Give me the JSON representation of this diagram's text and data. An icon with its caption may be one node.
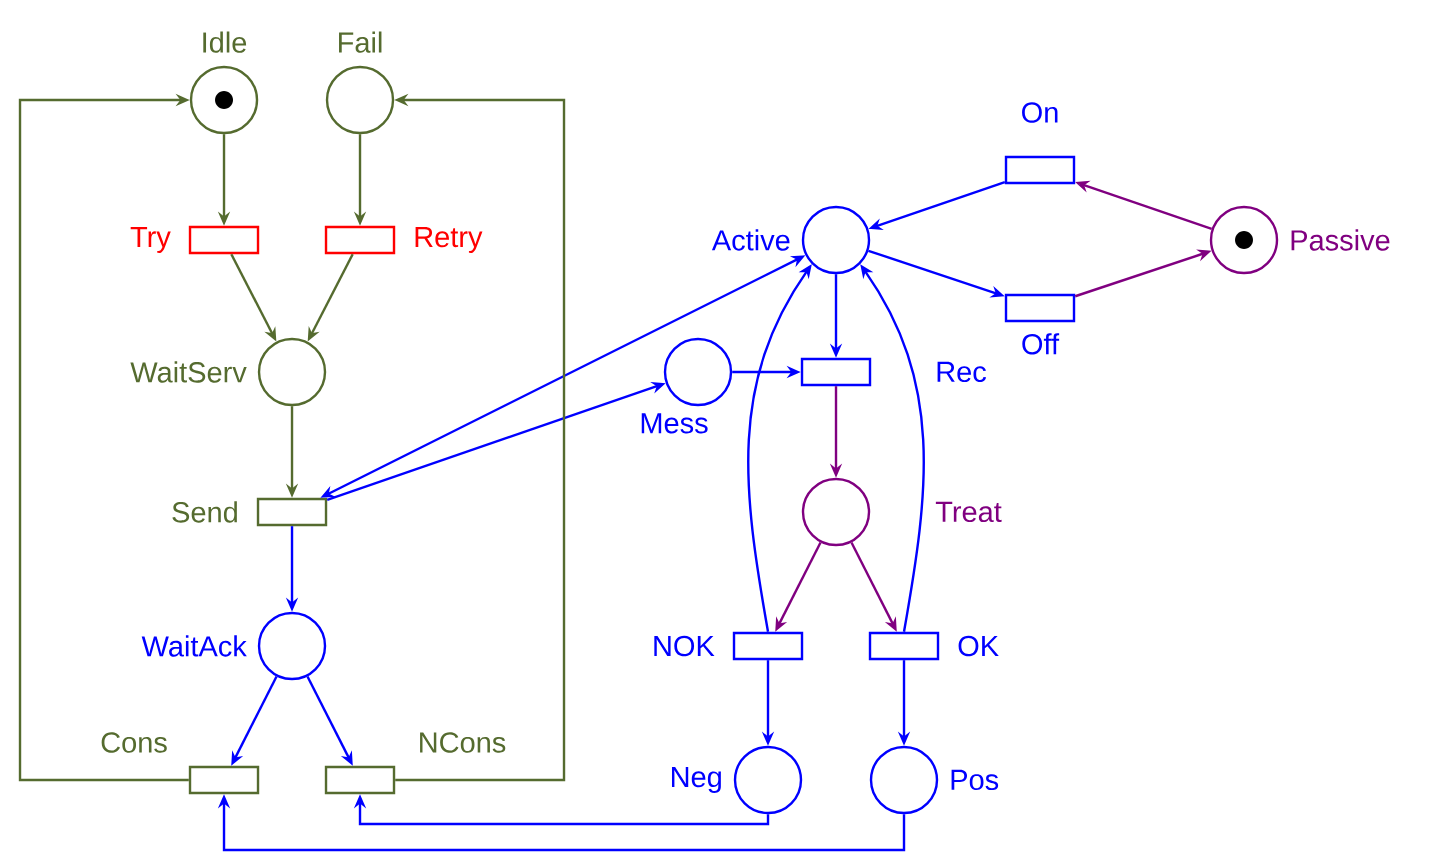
{
  "diagram": {
    "nodes": [
      {
        "text": [
          "Idle"
        ]
      },
      {
        "text": [
          "Fail"
        ]
      },
      {
        "text": [
          "On"
        ]
      },
      {
        "text": [
          "Try"
        ]
      },
      {
        "text": [
          "Retry"
        ]
      },
      {
        "text": [
          "Active"
        ]
      },
      {
        "text": [
          "Passive"
        ]
      },
      {
        "text": [
          "Off"
        ]
      },
      {
        "text": [
          "WaitServ"
        ]
      },
      {
        "text": [
          "Mess"
        ]
      },
      {
        "text": [
          "Rec"
        ]
      },
      {
        "text": [
          "Send"
        ]
      },
      {
        "text": [
          "Treat"
        ]
      },
      {
        "text": [
          "WaitAck"
        ]
      },
      {
        "text": [
          "NOK"
        ]
      },
      {
        "text": [
          "OK"
        ]
      },
      {
        "text": [
          "Cons"
        ]
      },
      {
        "text": [
          "NCons"
        ]
      },
      {
        "text": [
          "Neg"
        ]
      },
      {
        "text": [
          "Pos"
        ]
      }
    ],
    "edges": [
      {
        "from": 0,
        "to": 3,
        "arrow": "to",
        "color": "#556b2f"
      },
      {
        "from": 1,
        "to": 4,
        "arrow": "to",
        "color": "#556b2f"
      },
      {
        "from": 3,
        "to": 8,
        "arrow": "to",
        "color": "#556b2f"
      },
      {
        "from": 4,
        "to": 8,
        "arrow": "to",
        "color": "#556b2f"
      },
      {
        "from": 8,
        "to": 11,
        "arrow": "to",
        "color": "#556b2f"
      },
      {
        "from": 11,
        "to": 13,
        "arrow": "to"
      },
      {
        "from": 11,
        "to": 5,
        "arrow": "both"
      },
      {
        "from": 11,
        "to": 9,
        "arrow": "to"
      },
      {
        "from": 13,
        "to": 16,
        "arrow": "to"
      },
      {
        "from": 13,
        "to": 17,
        "arrow": "to"
      },
      {
        "from": 16,
        "to": 0,
        "arrow": "to",
        "color": "#556b2f"
      },
      {
        "from": 17,
        "to": 1,
        "arrow": "to",
        "color": "#556b2f"
      },
      {
        "from": 18,
        "to": 17,
        "arrow": "to"
      },
      {
        "from": 19,
        "to": 16,
        "arrow": "to"
      },
      {
        "from": 5,
        "to": 10,
        "arrow": "to"
      },
      {
        "from": 9,
        "to": 10,
        "arrow": "to"
      },
      {
        "from": 10,
        "to": 12,
        "arrow": "to",
        "color": "#800080"
      },
      {
        "from": 12,
        "to": 14,
        "arrow": "to",
        "color": "#800080"
      },
      {
        "from": 12,
        "to": 15,
        "arrow": "to",
        "color": "#800080"
      },
      {
        "from": 14,
        "to": 18,
        "arrow": "to"
      },
      {
        "from": 15,
        "to": 19,
        "arrow": "to"
      },
      {
        "from": 14,
        "to": 5,
        "arrow": "to"
      },
      {
        "from": 15,
        "to": 5,
        "arrow": "to"
      },
      {
        "from": 5,
        "to": 7,
        "arrow": "to"
      },
      {
        "from": 7,
        "to": 6,
        "arrow": "to",
        "color": "#800080"
      },
      {
        "from": 6,
        "to": 2,
        "arrow": "to",
        "color": "#800080"
      },
      {
        "from": 2,
        "to": 5,
        "arrow": "to"
      }
    ]
  }
}
